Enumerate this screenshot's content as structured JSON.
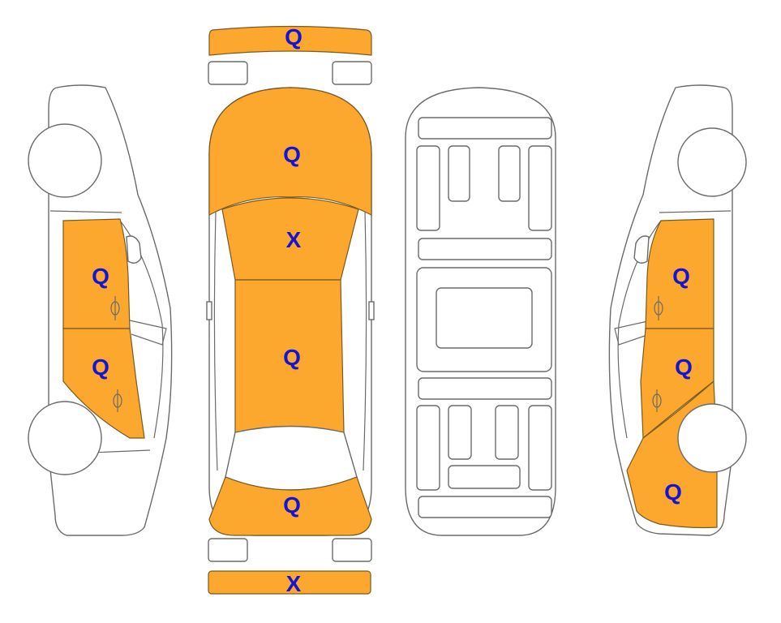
{
  "colors": {
    "damaged_fill": "#FCA72E",
    "label": "#1414D6",
    "outline": "#6B6B6B",
    "background": "#FFFFFF"
  },
  "panels": {
    "front_bumper": "Q",
    "hood": "Q",
    "windshield": "X",
    "roof": "Q",
    "trunk": "Q",
    "rear_bumper": "X",
    "left_front_door": "Q",
    "left_rear_door": "Q",
    "right_front_door": "Q",
    "right_rear_door": "Q",
    "right_rear_quarter": "Q"
  }
}
